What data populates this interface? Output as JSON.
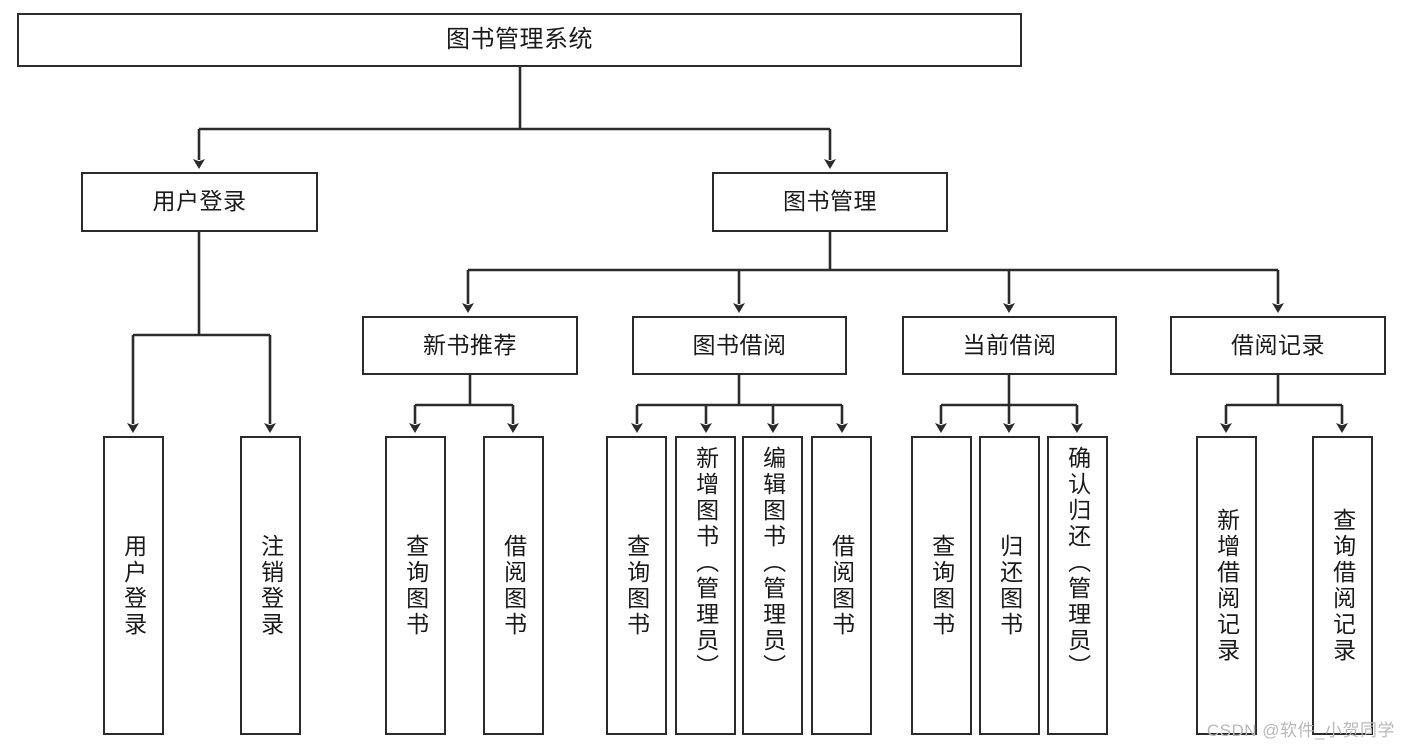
{
  "diagram": {
    "title": "图书管理系统",
    "type": "tree",
    "stroke_color": "#2b2b2b",
    "fill_color": "#ffffff",
    "text_color": "#1a1a1a"
  },
  "nodes": {
    "root": {
      "label": "图书管理系统"
    },
    "level2": [
      {
        "label": "用户登录"
      },
      {
        "label": "图书管理"
      }
    ],
    "level3": [
      {
        "label": "新书推荐"
      },
      {
        "label": "图书借阅"
      },
      {
        "label": "当前借阅"
      },
      {
        "label": "借阅记录"
      }
    ],
    "leaves": {
      "user_login": [
        {
          "label": "用户登录"
        },
        {
          "label": "注销登录"
        }
      ],
      "new_book": [
        {
          "label": "查询图书"
        },
        {
          "label": "借阅图书"
        }
      ],
      "borrow_book": [
        {
          "label": "查询图书"
        },
        {
          "label": "新增图书（管理员）"
        },
        {
          "label": "编辑图书（管理员）"
        },
        {
          "label": "借阅图书"
        }
      ],
      "current_borrow": [
        {
          "label": "查询图书"
        },
        {
          "label": "归还图书"
        },
        {
          "label": "确认归还（管理员）"
        }
      ],
      "borrow_record": [
        {
          "label": "新增借阅记录"
        },
        {
          "label": "查询借阅记录"
        }
      ]
    }
  },
  "watermark": {
    "text": "CSDN @软件_小贺同学"
  }
}
